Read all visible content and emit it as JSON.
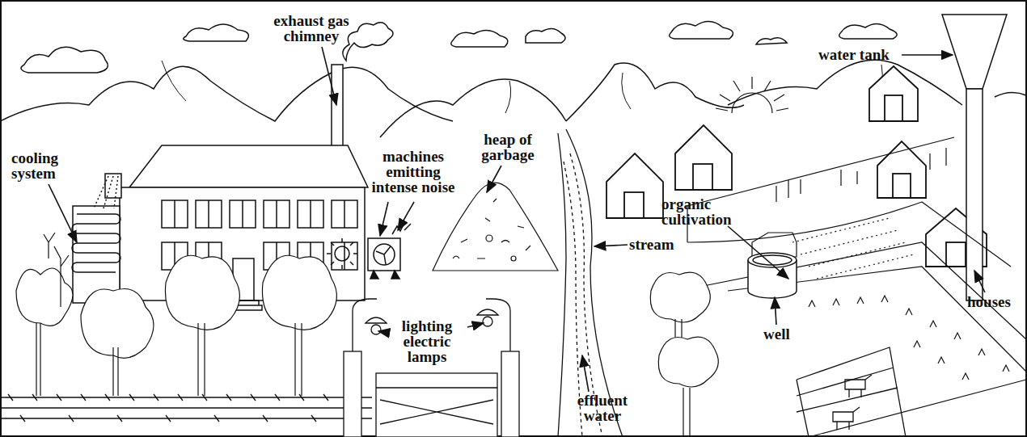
{
  "diagram": {
    "labels": [
      "exhaust gas chimney",
      "cooling system",
      "machines emitting intense noise",
      "heap of garbage",
      "stream",
      "lighting electric lamps",
      "effluent water",
      "organic cultivation",
      "well",
      "water tank",
      "houses"
    ]
  }
}
